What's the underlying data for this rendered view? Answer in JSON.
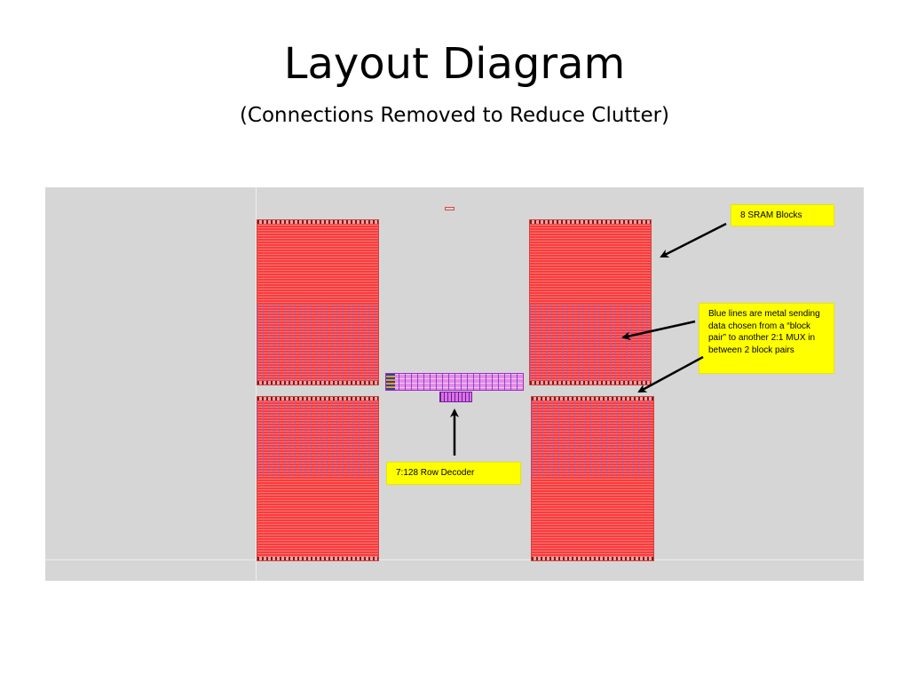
{
  "slide": {
    "title": "Layout Diagram",
    "subtitle": "(Connections Removed to Reduce Clutter)"
  },
  "annotations": {
    "sram_blocks": "8 SRAM Blocks",
    "blue_lines": "Blue lines are metal sending data chosen from a “block pair” to another 2:1 MUX in between 2 block pairs",
    "row_decoder": "7:128 Row Decoder"
  },
  "colors": {
    "background": "#d6d6d6",
    "sram_red": "#ff3a3a",
    "metal_blue": "#6e6ef0",
    "mux_magenta": "#e68ae6",
    "label_yellow": "#ffff00",
    "arrow_black": "#000000"
  }
}
